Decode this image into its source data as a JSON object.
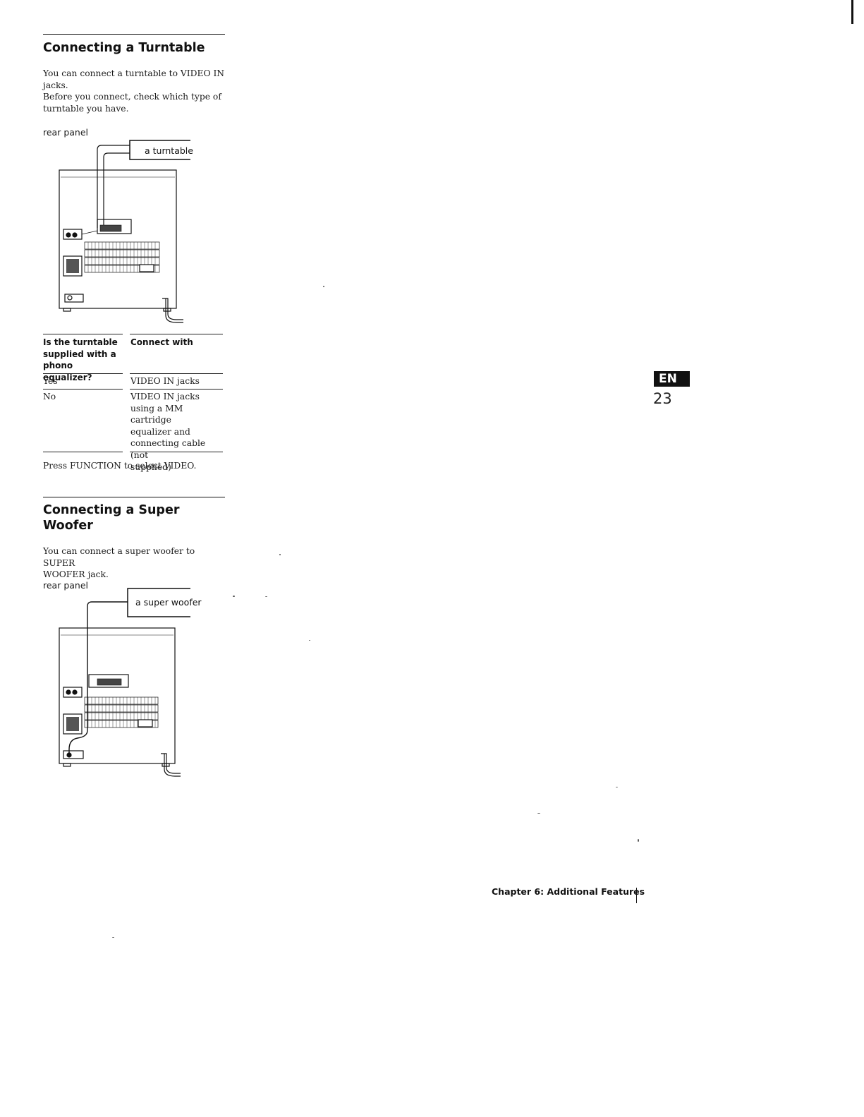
{
  "turntable_section": {
    "title": "Connecting a Turntable",
    "intro_line1": "You can connect a turntable to VIDEO IN",
    "intro_line2": "jacks.",
    "intro_line3": "Before you connect, check which type of",
    "intro_line4": "turntable you have.",
    "diagram_caption": "rear panel",
    "device_label": "a turntable",
    "table": {
      "col1_header_line1": "Is the turntable",
      "col1_header_line2": "supplied with a",
      "col1_header_line3": "phono equalizer?",
      "col2_header": "Connect with",
      "rows": [
        {
          "answer": "Yes",
          "connect_lines": [
            "VIDEO IN jacks"
          ]
        },
        {
          "answer": "No",
          "connect_lines": [
            "VIDEO IN jacks",
            "using a MM cartridge",
            "equalizer and",
            "connecting cable (not",
            "supplied)"
          ]
        }
      ]
    },
    "note": "Press FUNCTION to select VIDEO."
  },
  "woofer_section": {
    "title_line1": "Connecting a Super",
    "title_line2": "Woofer",
    "intro_line1": "You can connect a super woofer to SUPER",
    "intro_line2": "WOOFER jack.",
    "diagram_caption": "rear panel",
    "device_label": "a super woofer"
  },
  "side_tab": {
    "language": "EN",
    "page_number": "23"
  },
  "footer": {
    "chapter": "Chapter 6: Additional Features"
  }
}
